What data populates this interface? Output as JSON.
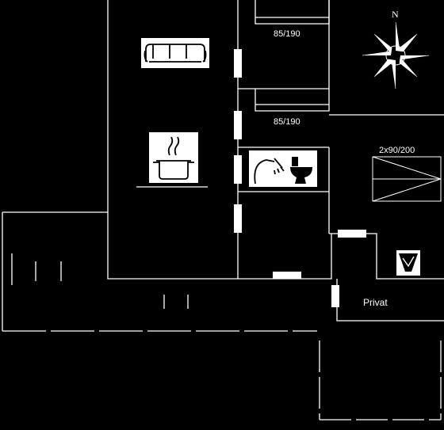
{
  "rooms": {
    "bedroom_1": {
      "bed_size": "85/190"
    },
    "bedroom_2": {
      "bed_size": "85/190"
    },
    "double_bed": {
      "bed_size": "2x90/200"
    },
    "privat": {
      "label": "Privat"
    }
  },
  "compass": {
    "north_label": "N"
  },
  "icons": {
    "living": "sofa-icon",
    "kitchen": "cooking-pot-icon",
    "shower": "shower-icon",
    "toilet": "toilet-icon",
    "washbasin": "washbasin-icon"
  }
}
